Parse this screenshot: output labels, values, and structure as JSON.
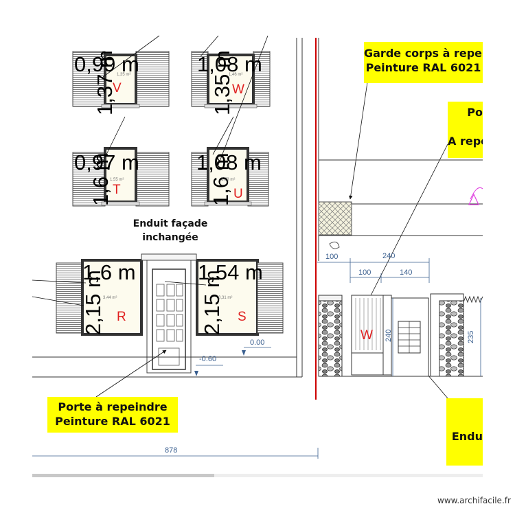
{
  "annotations": {
    "garde_corps": [
      "Garde corps à repeind",
      "Peinture RAL 6021"
    ],
    "top_right": [
      "Po",
      "",
      "A repe"
    ],
    "enduit_facade": [
      "Enduit façade",
      "inchangée"
    ],
    "porte": [
      "Porte à repeindre",
      "Peinture RAL 6021"
    ],
    "bottom_right": [
      "Endu"
    ]
  },
  "windows": [
    {
      "id": "V",
      "width": "0,99 m",
      "height": "1,37 m",
      "area": "1,35 m²"
    },
    {
      "id": "W",
      "width": "1,08 m",
      "height": "1,35 m",
      "area": "1,46 m²"
    },
    {
      "id": "T",
      "width": "0,97 m",
      "height": "1,6 m",
      "area": "1,55 m²"
    },
    {
      "id": "U",
      "width": "1,08 m",
      "height": "1,6 m",
      "area": "1,73 m²"
    },
    {
      "id": "R",
      "width": "1,6 m",
      "height": "2,15 m",
      "area": "3,44 m²"
    },
    {
      "id": "S",
      "width": "1,54 m",
      "height": "2,15 m",
      "area": "3,31 m²"
    }
  ],
  "dimensions": {
    "d100_top": "100",
    "d240_top": "240",
    "d100": "100",
    "d140": "140",
    "level_0": "0.00",
    "level_neg": "-0.60",
    "total": "878",
    "h240": "240",
    "h235": "235"
  },
  "gate_label": "W",
  "colors": {
    "annotation_bg": "#ffff00",
    "room_label": "#e02020",
    "dimension": "#3a5f8f",
    "ground_line": "#cc0000"
  },
  "watermark": "www.archifacile.fr"
}
